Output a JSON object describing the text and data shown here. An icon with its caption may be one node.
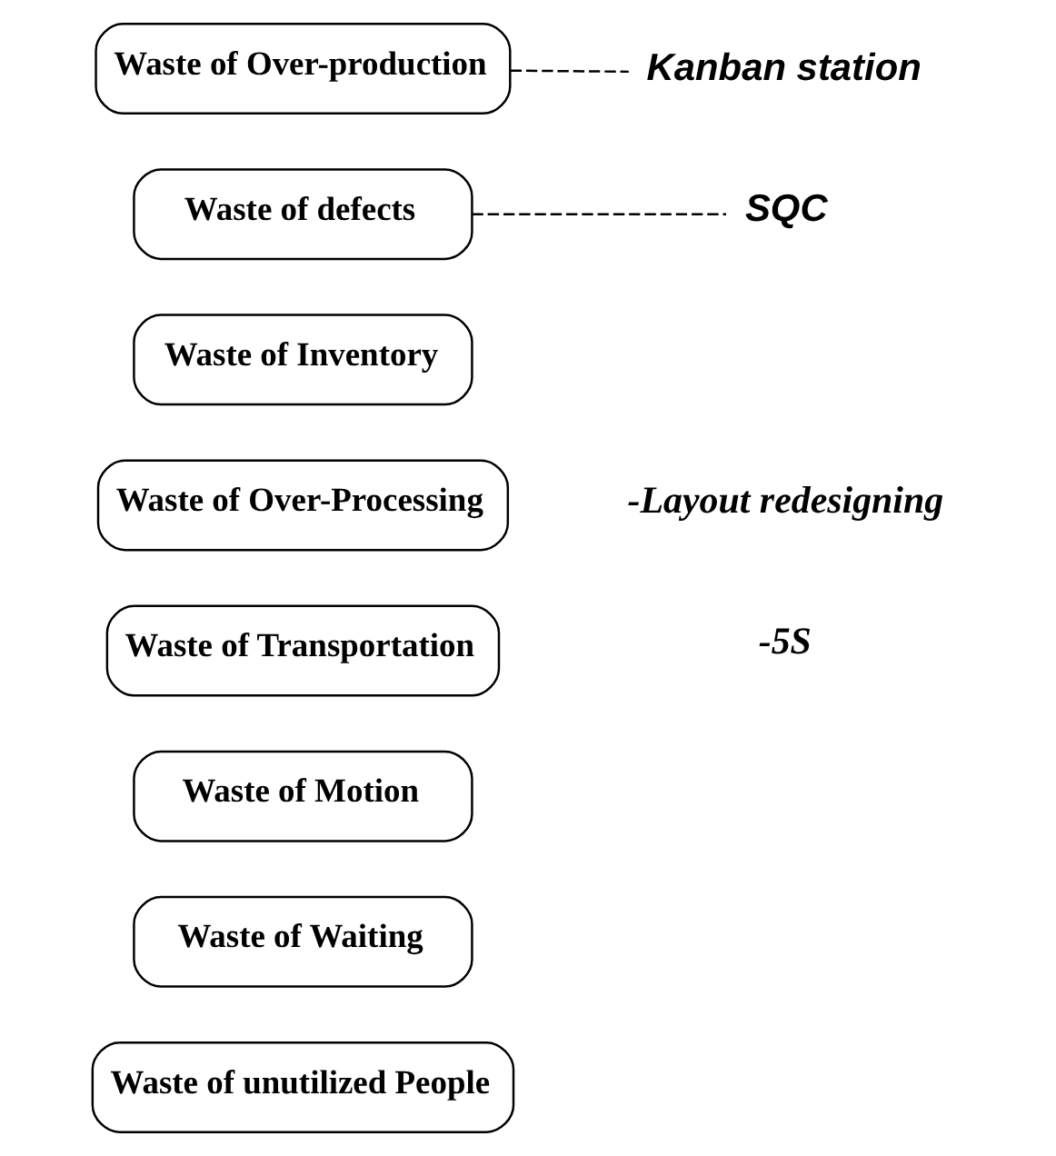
{
  "diagram": {
    "nodes": [
      {
        "text": [
          "Waste of Over-production"
        ]
      },
      {
        "text": [
          "Waste of defects"
        ]
      },
      {
        "text": [
          "Waste of Inventory"
        ]
      },
      {
        "text": [
          "Waste of Over-Processing"
        ]
      },
      {
        "text": [
          "Waste of Transportation"
        ]
      },
      {
        "text": [
          "Waste of Motion"
        ]
      },
      {
        "text": [
          "Waste of Waiting"
        ]
      },
      {
        "text": [
          "Waste of unutilized People"
        ]
      },
      {
        "text": [
          "Kanban station"
        ]
      },
      {
        "text": [
          "SQC"
        ]
      }
    ],
    "edges": [
      {
        "from": 0,
        "to": 8,
        "arrow": "none",
        "style": "dashed"
      },
      {
        "from": 1,
        "to": 9,
        "arrow": "none",
        "style": "dashed"
      }
    ],
    "labels": [
      "-Layout redesigning",
      "-5S"
    ]
  }
}
